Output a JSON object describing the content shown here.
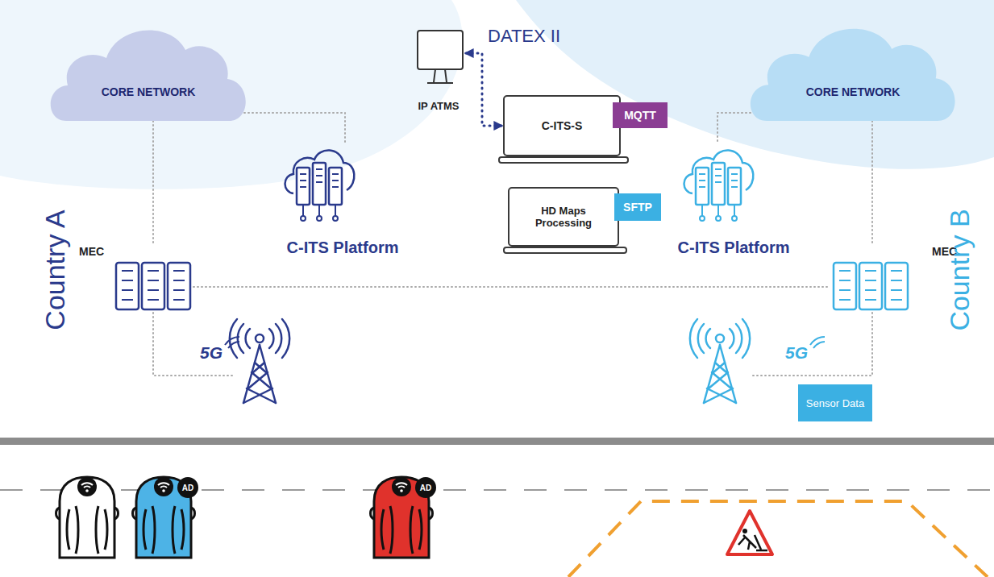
{
  "diagram": {
    "nodes": [
      {
        "text": [
          "CORE NETWORK"
        ]
      },
      {
        "text": [
          "IP ATMS"
        ]
      },
      {
        "text": [
          "C-ITS-S"
        ]
      },
      {
        "text": [
          "MQTT"
        ]
      },
      {
        "text": [
          "CORE NETWORK"
        ]
      },
      {
        "text": [
          "C-ITS Platform"
        ]
      },
      {
        "text": [
          "HD Maps Processing"
        ]
      },
      {
        "text": [
          "SFTP"
        ]
      },
      {
        "text": [
          "C-ITS Platform"
        ]
      },
      {
        "text": [
          "MEC"
        ]
      },
      {
        "text": [
          "MEC"
        ]
      },
      {
        "text": [
          "Sensor Data"
        ]
      },
      {
        "text": [
          "AD"
        ]
      },
      {
        "text": [
          "AD"
        ]
      }
    ],
    "edges": [
      {
        "from": 0,
        "to": 5,
        "arrow": "none"
      },
      {
        "from": 0,
        "to": 9,
        "arrow": "none"
      },
      {
        "from": 1,
        "to": 2,
        "arrow": "both"
      },
      {
        "from": 4,
        "to": 8,
        "arrow": "none"
      },
      {
        "from": 4,
        "to": 10,
        "arrow": "none"
      },
      {
        "from": 9,
        "to": 10,
        "arrow": "none"
      }
    ],
    "labels": [
      "DATEX II",
      "Country A",
      "Country B",
      "5G",
      "5G"
    ]
  }
}
